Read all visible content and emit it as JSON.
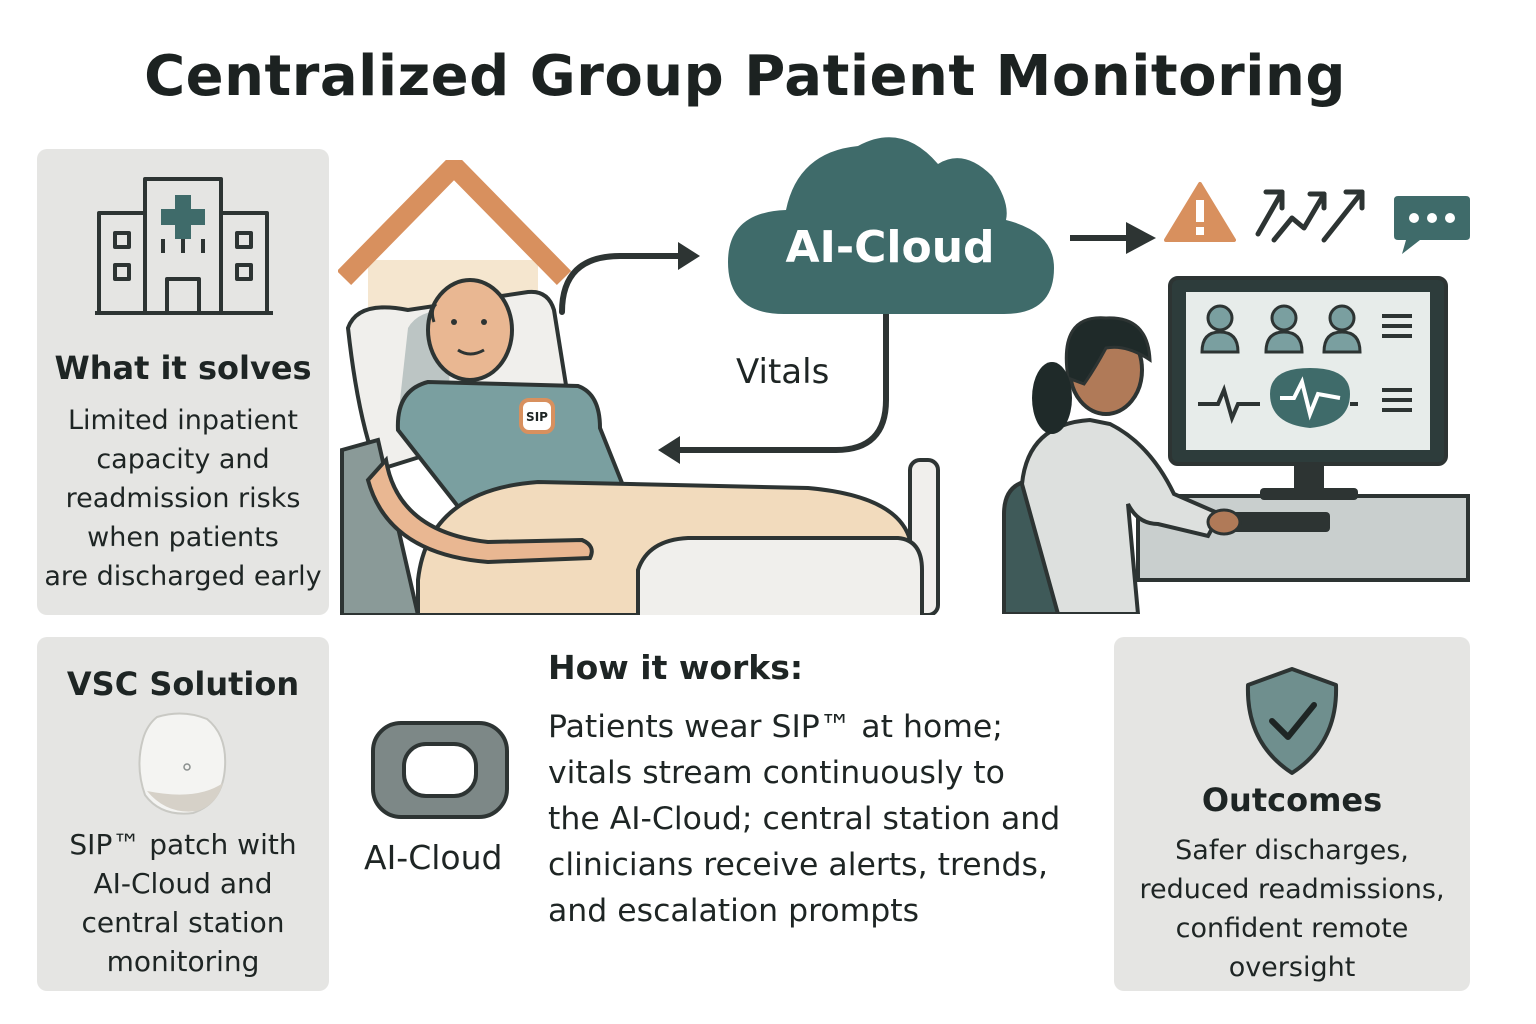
{
  "title": "Centralized Group Patient Monitoring",
  "solves": {
    "heading": "What it solves",
    "lines": [
      "Limited inpatient",
      "capacity and",
      "readmission risks",
      "when patients",
      "are discharged early"
    ]
  },
  "diagram": {
    "cloud_label": "AI-Cloud",
    "vitals_label": "Vitals",
    "patch_badge": "SIP"
  },
  "vsc": {
    "heading": "VSC Solution",
    "lines": [
      "SIP™ patch with",
      "AI-Cloud and",
      "central station",
      "monitoring"
    ]
  },
  "how": {
    "icon_label": "AI-Cloud",
    "heading": "How it works:",
    "lines": [
      "Patients wear SIP™ at home;",
      "vitals stream continuously to",
      "the AI-Cloud; central station and",
      "clinicians receive alerts, trends,",
      "and escalation prompts"
    ]
  },
  "outcomes": {
    "heading": "Outcomes",
    "lines": [
      "Safer discharges,",
      "reduced readmissions,",
      "confident remote",
      "oversight"
    ]
  },
  "colors": {
    "teal": "#3f6b6a",
    "orange": "#d8905e",
    "panel": "#e5e5e3",
    "dark": "#1e2524"
  },
  "icons": [
    "hospital-icon",
    "house-icon",
    "cloud-icon",
    "warning-icon",
    "trend-arrows-icon",
    "chat-bubble-icon",
    "shield-check-icon",
    "patch-icon"
  ]
}
